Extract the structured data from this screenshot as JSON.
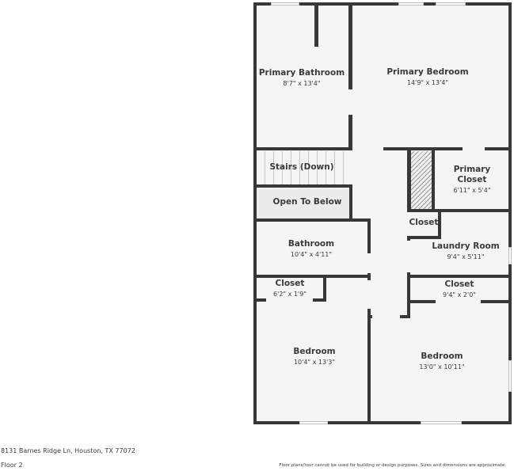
{
  "floor_plan": {
    "rooms": [
      {
        "name": "Primary Bathroom",
        "dimensions": "8'7\" x 13'4\""
      },
      {
        "name": "Primary Bedroom",
        "dimensions": "14'9\" x 13'4\""
      },
      {
        "name": "Stairs (Down)",
        "dimensions": ""
      },
      {
        "name": "Primary Closet",
        "name_lines": [
          "Primary",
          "Closet"
        ],
        "dimensions": "6'11\" x 5'4\""
      },
      {
        "name": "Open To Below",
        "dimensions": ""
      },
      {
        "name": "Closet",
        "dimensions": ""
      },
      {
        "name": "Bathroom",
        "dimensions": "10'4\" x 4'11\""
      },
      {
        "name": "Laundry Room",
        "dimensions": "9'4\" x 5'11\""
      },
      {
        "name": "Closet",
        "dimensions": "6'2\" x 1'9\""
      },
      {
        "name": "Closet",
        "dimensions": "9'4\" x 2'0\""
      },
      {
        "name": "Bedroom",
        "dimensions": "10'4\" x 13'3\""
      },
      {
        "name": "Bedroom",
        "dimensions": "13'0\" x 10'11\""
      }
    ]
  },
  "footer": {
    "address": "8131 Barnes Ridge Ln, Houston, TX 77072",
    "floor": "Floor 2",
    "disclaimer": "Floor plans/tour cannot be used for building or design purposes. Sizes and dimensions are approximate."
  }
}
